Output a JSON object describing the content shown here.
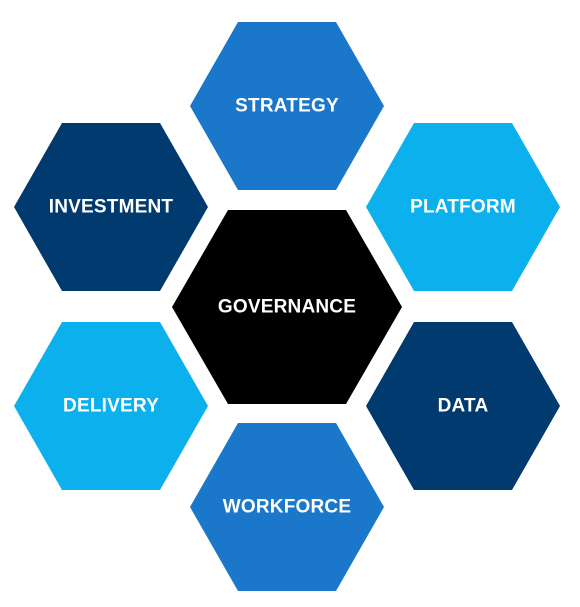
{
  "colors": {
    "center": "#000000",
    "medium_blue": "#1a77c9",
    "light_blue": "#0bb0ec",
    "dark_blue": "#003a6e",
    "text": "#ffffff"
  },
  "hexagons": {
    "center": {
      "label": "GOVERNANCE",
      "color": "#000000"
    },
    "strategy": {
      "label": "STRATEGY",
      "color": "#1a77c9"
    },
    "platform": {
      "label": "PLATFORM",
      "color": "#0bb0ec"
    },
    "data": {
      "label": "DATA",
      "color": "#003a6e"
    },
    "workforce": {
      "label": "WORKFORCE",
      "color": "#1a77c9"
    },
    "delivery": {
      "label": "DELIVERY",
      "color": "#0bb0ec"
    },
    "investment": {
      "label": "INVESTMENT",
      "color": "#003a6e"
    }
  }
}
